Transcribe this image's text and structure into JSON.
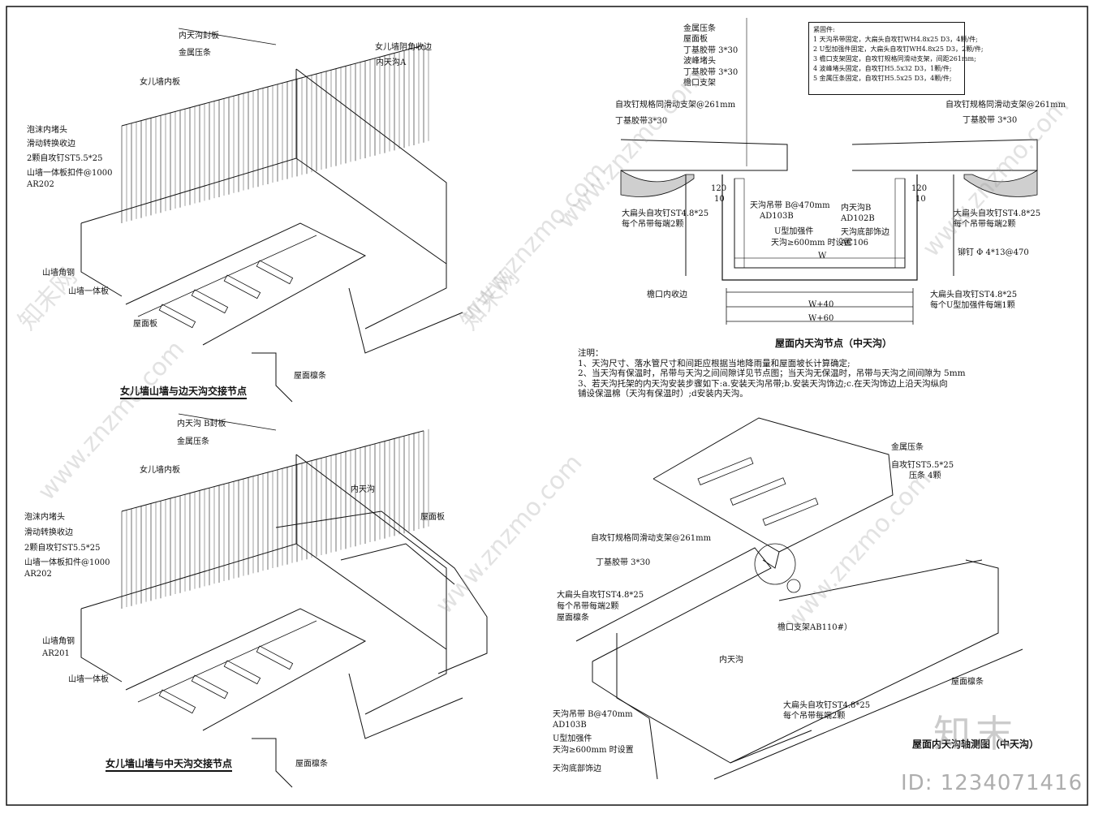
{
  "top_left": {
    "title": "女儿墙山墙与边天沟交接节点",
    "labels": [
      "内天沟封板",
      "金属压条",
      "女儿墙阴角收边",
      "内天沟A",
      "女儿墙内板",
      "泡沫内堵头",
      "滑动转换收边",
      "2颗自攻钉ST5.5*25",
      "山墙一体板扣件@1000",
      "AR202",
      "山墙角钢",
      "山墙一体板",
      "屋面板",
      "屋面檩条"
    ]
  },
  "bottom_left": {
    "title": "女儿墙山墙与中天沟交接节点",
    "labels": [
      "内天沟 B封板",
      "金属压条",
      "女儿墙内板",
      "内天沟",
      "屋面板",
      "泡沫内堵头",
      "滑动转换收边",
      "2颗自攻钉ST5.5*25",
      "山墙一体板扣件@1000",
      "AR202",
      "山墙角钢",
      "AR201",
      "山墙一体板",
      "屋面檩条"
    ]
  },
  "section": {
    "title": "屋面内天沟节点（中天沟）",
    "top_labels": [
      "金属压条",
      "屋面板",
      "丁基胶带 3*30",
      "波峰堵头",
      "丁基胶带 3*30",
      "檐口支架"
    ],
    "left_labels": [
      "自攻钉规格同滑动支架@261mm",
      "丁基胶带3*30",
      "大扁头自攻钉ST4.8*25",
      "每个吊带每端2颗",
      "檐口内收边"
    ],
    "right_labels": [
      "自攻钉规格同滑动支架@261mm",
      "丁基胶带 3*30",
      "大扁头自攻钉ST4.8*25",
      "每个吊带每端2颗",
      "铆钉 Φ 4*13@470",
      "大扁头自攻钉ST4.8*25",
      "每个U型加强件每端1颗"
    ],
    "mid_labels": [
      "天沟吊带 B@470mm",
      "AD103B",
      "U型加强件",
      "天沟≥600mm 时设置",
      "内天沟B",
      "AD102B",
      "天沟底部饰边",
      "AC106"
    ],
    "dims": [
      "120",
      "120",
      "10",
      "10",
      "W",
      "W+40",
      "W+60"
    ]
  },
  "fasteners": {
    "header": "紧固件:",
    "items": [
      "1 天沟吊带固定，大扁头自攻钉WH4.8x25 D3，4颗/件;",
      "2 U型加强件固定，大扁头自攻钉WH4.8x25 D3，2颗/件;",
      "3 檐口支架固定，自攻钉规格同滑动支架，间距261mm;",
      "4 波峰堵头固定，自攻钉H5.5x32 D3，1颗/件;",
      "5 金属压条固定，自攻钉H5.5x25 D3，4颗/件;"
    ]
  },
  "notes": {
    "header": "注明：",
    "items": [
      "1、天沟尺寸、落水管尺寸和间距应根据当地降雨量和屋面坡长计算确定;",
      "2、当天沟有保温时，吊带与天沟之间间隙详见节点图；当天沟无保温时，吊带与天沟之间间隙为 5mm",
      "3、若天沟托架的内天沟安装步骤如下:a.安装天沟吊带;b.安装天沟饰边;c.在天沟饰边上沿天沟纵向",
      "铺设保温棉（天沟有保温时）;d安装内天沟。"
    ]
  },
  "iso_right": {
    "title": "屋面内天沟轴测图（中天沟）",
    "labels": [
      "金属压条",
      "自攻钉ST5.5*25",
      "压条 4颗",
      "自攻钉规格同滑动支架@261mm",
      "丁基胶带 3*30",
      "大扁头自攻钉ST4.8*25",
      "每个吊带每端2颗",
      "屋面檩条",
      "檐口支架AB110#）",
      "内天沟",
      "大扁头自攻钉ST4.8*25",
      "每个吊带每端2颗",
      "屋面檩条",
      "天沟吊带 B@470mm",
      "AD103B",
      "U型加强件",
      "天沟≥600mm 时设置",
      "天沟底部饰边"
    ]
  },
  "watermark": {
    "text": "www.znzmo.com",
    "cn": "知末网"
  },
  "brand": {
    "logo": "知末",
    "id": "ID: 1234071416"
  }
}
